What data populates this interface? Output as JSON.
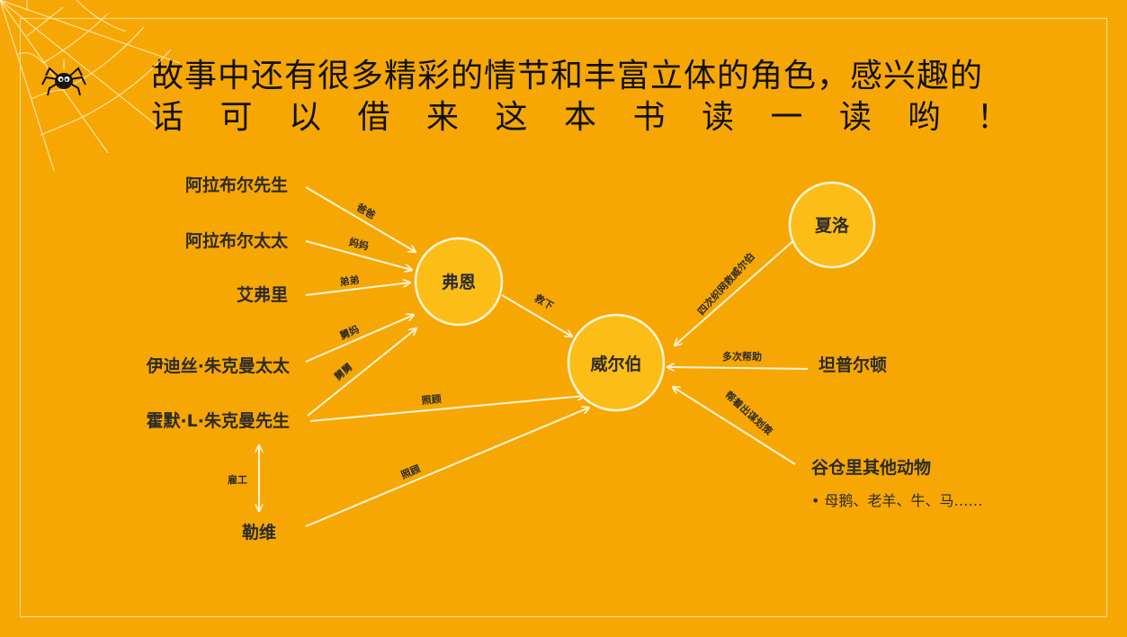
{
  "title": {
    "line1": "故事中还有很多精彩的情节和丰富立体的角色，感兴趣的",
    "line2": [
      "话",
      "可",
      "以",
      "借",
      "来",
      "这",
      "本",
      "书",
      "读",
      "一",
      "读",
      "哟",
      "！"
    ]
  },
  "nodes": {
    "fern": "弗恩",
    "wilbur": "威尔伯",
    "charlotte": "夏洛"
  },
  "people": {
    "mr_arable": "阿拉布尔先生",
    "mrs_arable": "阿拉布尔太太",
    "avery": "艾弗里",
    "mrs_zuckerman": "伊迪丝·朱克曼太太",
    "mr_zuckerman": "霍默·L·朱克曼先生",
    "lurvy": "勒维",
    "templeton": "坦普尔顿",
    "barn_animals": "谷仓里其他动物",
    "barn_animals_sub": "• 母鹅、老羊、牛、马……"
  },
  "relations": {
    "dad": "爸爸",
    "mom": "妈妈",
    "brother": "弟弟",
    "aunt": "舅妈",
    "uncle": "舅舅",
    "care1": "照顾",
    "care2": "照顾",
    "hired": "雇工",
    "rescue": "救下",
    "web_save": "四次织网救威尔伯",
    "help_many": "多次帮助",
    "plan": "帮着出谋划策"
  }
}
